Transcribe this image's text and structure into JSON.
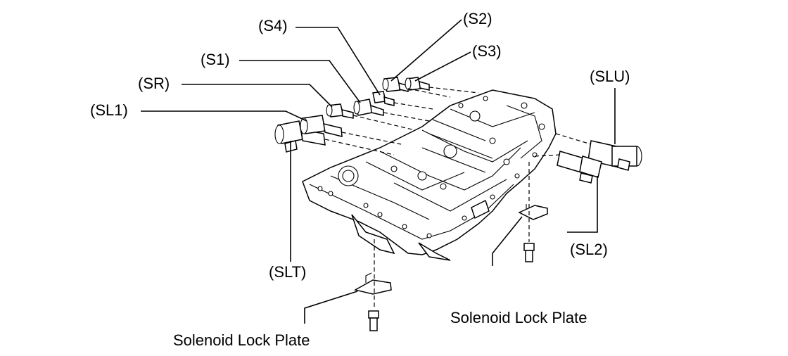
{
  "labels": {
    "s4": "(S4)",
    "s2": "(S2)",
    "s3": "(S3)",
    "s1": "(S1)",
    "sr": "(SR)",
    "sl1": "(SL1)",
    "slu": "(SLU)",
    "sl2": "(SL2)",
    "slt": "(SLT)",
    "lock_plate_right": "Solenoid Lock Plate",
    "lock_plate_left": "Solenoid Lock Plate"
  }
}
